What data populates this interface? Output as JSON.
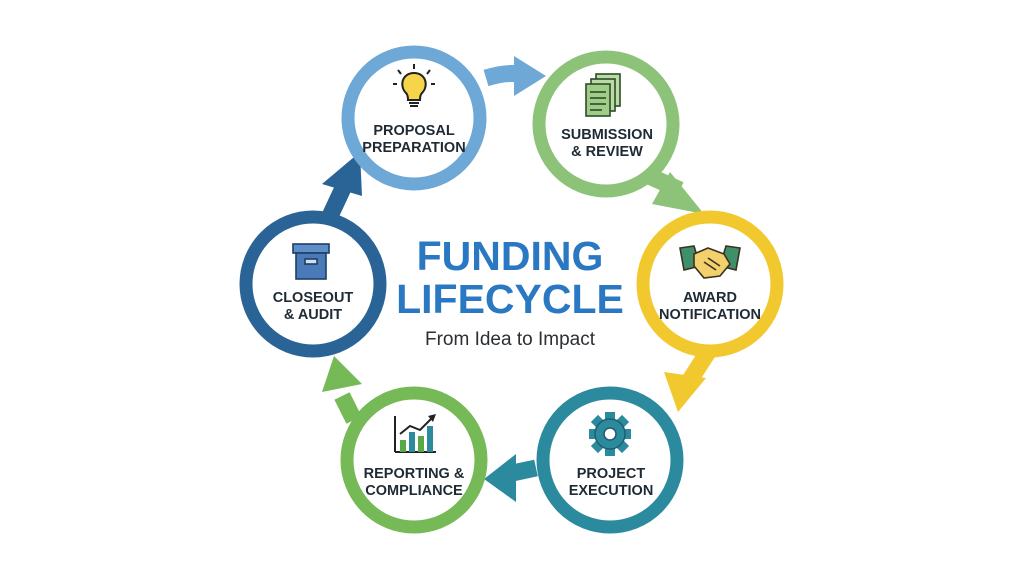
{
  "title_line1": "FUNDING",
  "title_line2": "LIFECYCLE",
  "subtitle": "From Idea to Impact",
  "colors": {
    "title": "#2a78c2",
    "proposal": "#6ea8d6",
    "submission": "#8cc379",
    "award": "#f2c82f",
    "execution": "#2b8a9e",
    "reporting": "#76b957",
    "closeout": "#2a6496"
  },
  "stages": [
    {
      "id": "proposal-preparation",
      "line1": "PROPOSAL",
      "line2": "PREPARATION",
      "icon": "lightbulb-icon"
    },
    {
      "id": "submission-review",
      "line1": "SUBMISSION",
      "line2": "& REVIEW",
      "icon": "documents-icon"
    },
    {
      "id": "award-notification",
      "line1": "AWARD",
      "line2": "NOTIFICATION",
      "icon": "handshake-icon"
    },
    {
      "id": "project-execution",
      "line1": "PROJECT",
      "line2": "EXECUTION",
      "icon": "gear-icon"
    },
    {
      "id": "reporting-compliance",
      "line1": "REPORTING &",
      "line2": "COMPLIANCE",
      "icon": "bar-chart-icon"
    },
    {
      "id": "closeout-audit",
      "line1": "CLOSEOUT",
      "line2": "& AUDIT",
      "icon": "archive-box-icon"
    }
  ]
}
